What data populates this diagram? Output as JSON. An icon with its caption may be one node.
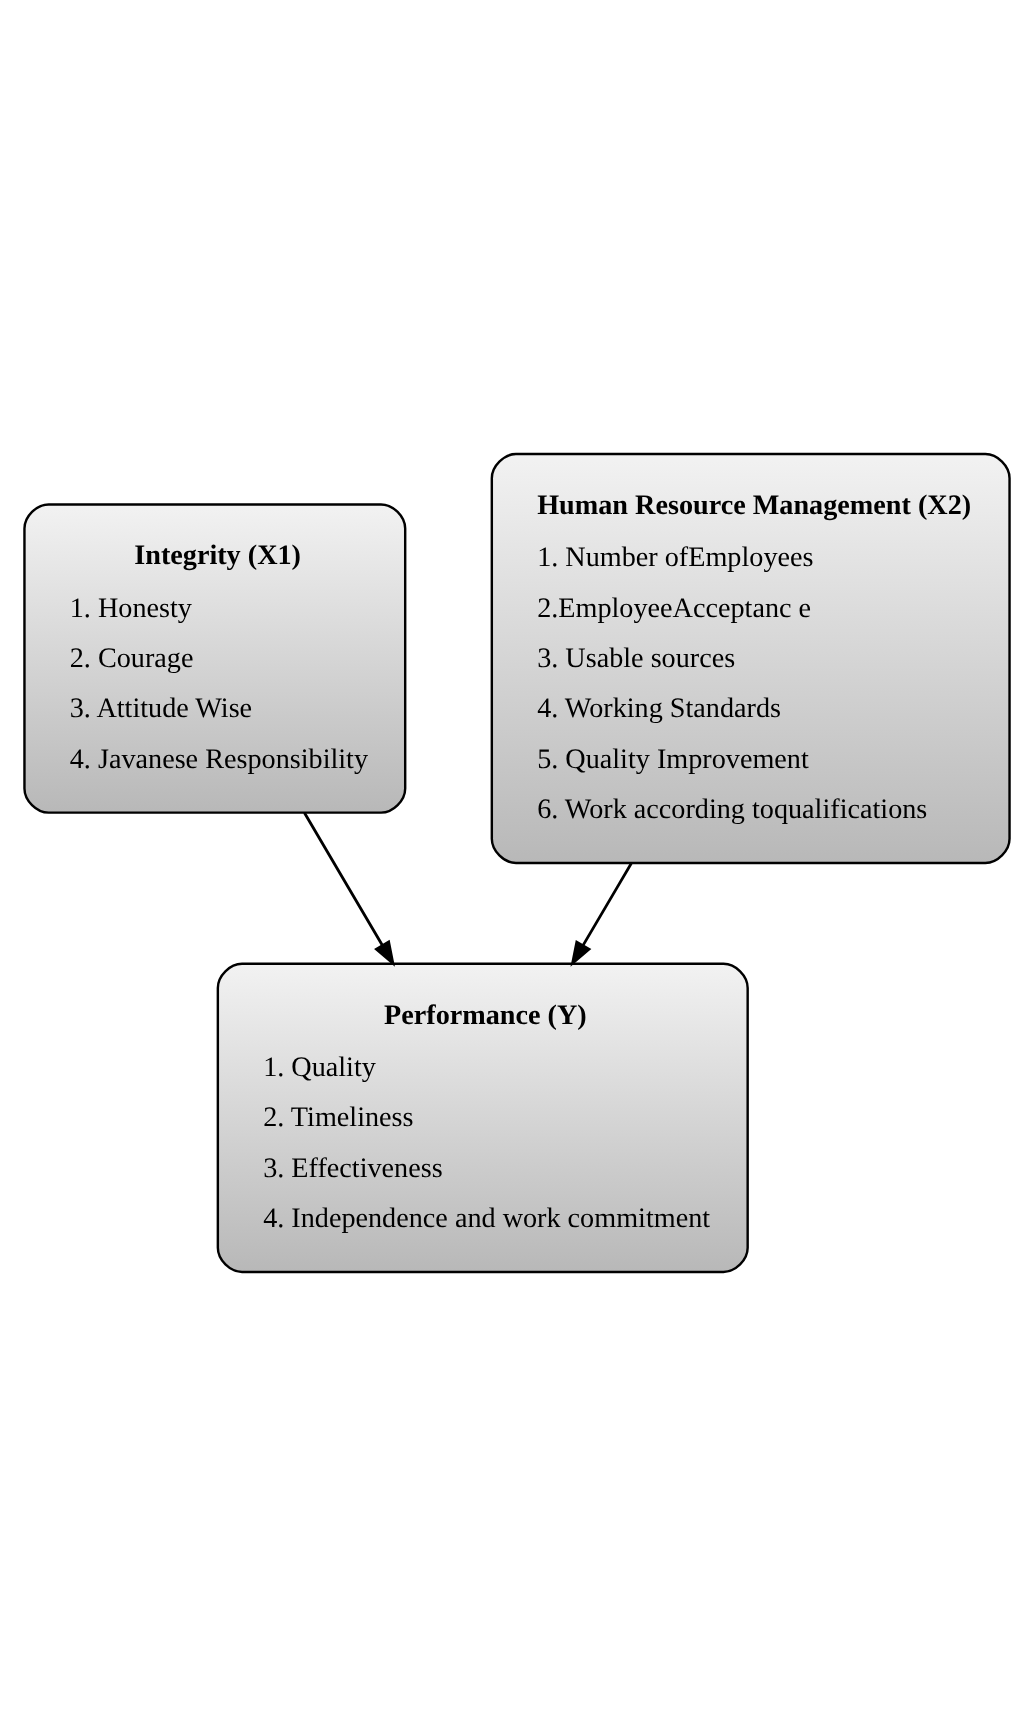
{
  "diagram": {
    "nodes": [
      {
        "text": [
          "Integrity (X1)",
          "1. Honesty",
          "2. Courage",
          "3. Attitude Wise",
          "4. Javanese Responsibility"
        ]
      },
      {
        "text": [
          "Human Resource Management (X2)",
          "1. Number ofEmployees",
          "2.EmployeeAcceptanc e",
          "3. Usable sources",
          "4. Working Standards",
          "5. Quality Improvement",
          "6. Work according toqualifications"
        ]
      },
      {
        "text": [
          "Performance (Y)",
          "1. Quality",
          "2. Timeliness",
          "3. Effectiveness",
          "4. Independence and work commitment"
        ]
      }
    ],
    "edges": [
      {
        "from": 0,
        "to": 2,
        "arrow": "to"
      },
      {
        "from": 1,
        "to": 2,
        "arrow": "to"
      }
    ]
  }
}
